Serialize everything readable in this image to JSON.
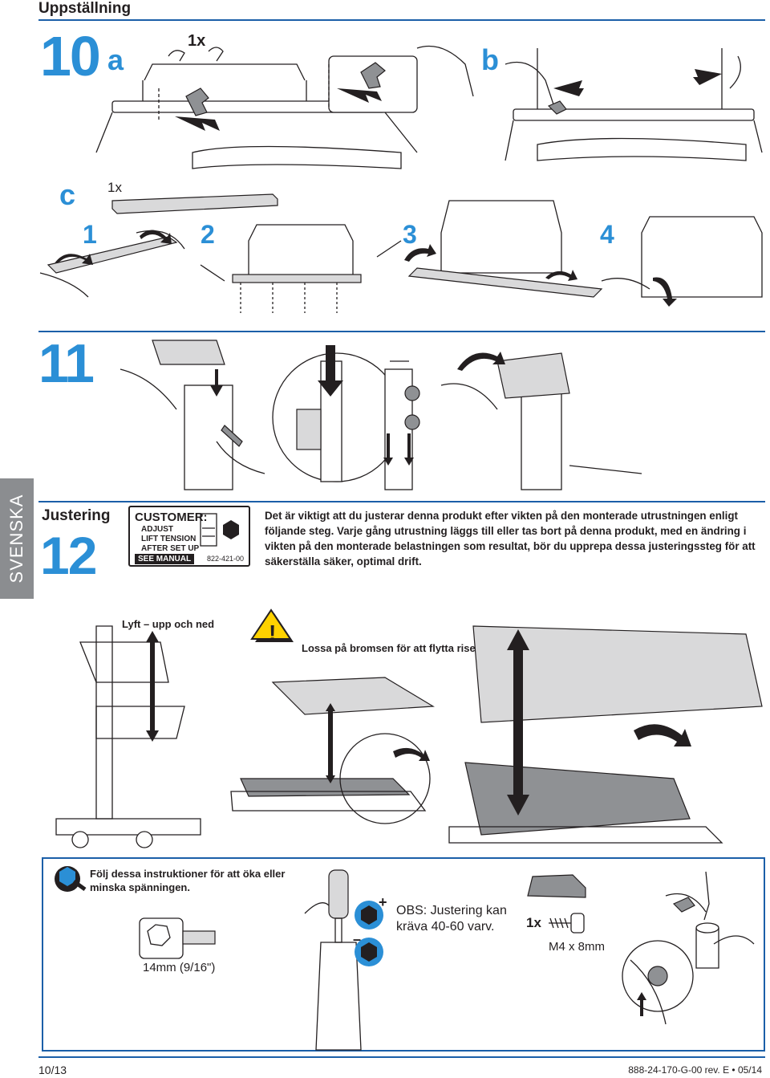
{
  "header": {
    "title": "Uppställning"
  },
  "step10": {
    "number": "10",
    "a": {
      "letter": "a",
      "qty": "1x"
    },
    "b": {
      "letter": "b"
    },
    "c": {
      "letter": "c",
      "qty": "1x",
      "substeps": [
        "1",
        "2",
        "3",
        "4"
      ]
    }
  },
  "step11": {
    "number": "11"
  },
  "step12": {
    "heading": "Justering",
    "number": "12",
    "label": {
      "customer": "CUSTOMER:",
      "line1": "ADJUST",
      "line2": "LIFT TENSION",
      "line3": "AFTER SET UP",
      "manual": "SEE MANUAL",
      "part": "822-421-00"
    },
    "intro": "Det är viktigt att du justerar denna produkt efter vikten på den monterade utrustningen enligt följande steg. Varje gång utrustning läggs till eller tas bort på denna produkt, med en ändring i vikten på den monterade belastningen som resultat, bör du upprepa dessa justeringssteg för att säkerställa säker, optimal drift.",
    "lift_label": "Lyft – upp och ned",
    "warning": "Lossa på bromsen för att flytta risern."
  },
  "tension": {
    "instruction": "Följ dessa instruktioner för att öka eller minska spänningen.",
    "socket": "14mm (9/16\")",
    "obs_line1": "OBS: Justering kan",
    "obs_line2": "kräva 40-60 varv.",
    "screw_qty": "1x",
    "screw_size": "M4 x 8mm"
  },
  "sidebar": {
    "language": "SVENSKA"
  },
  "footer": {
    "page": "10/13",
    "doc": "888-24-170-G-00 rev. E • 05/14"
  },
  "colors": {
    "accent": "#2b8fd6",
    "rule": "#1b5fa8",
    "tab": "#8b8d90"
  }
}
